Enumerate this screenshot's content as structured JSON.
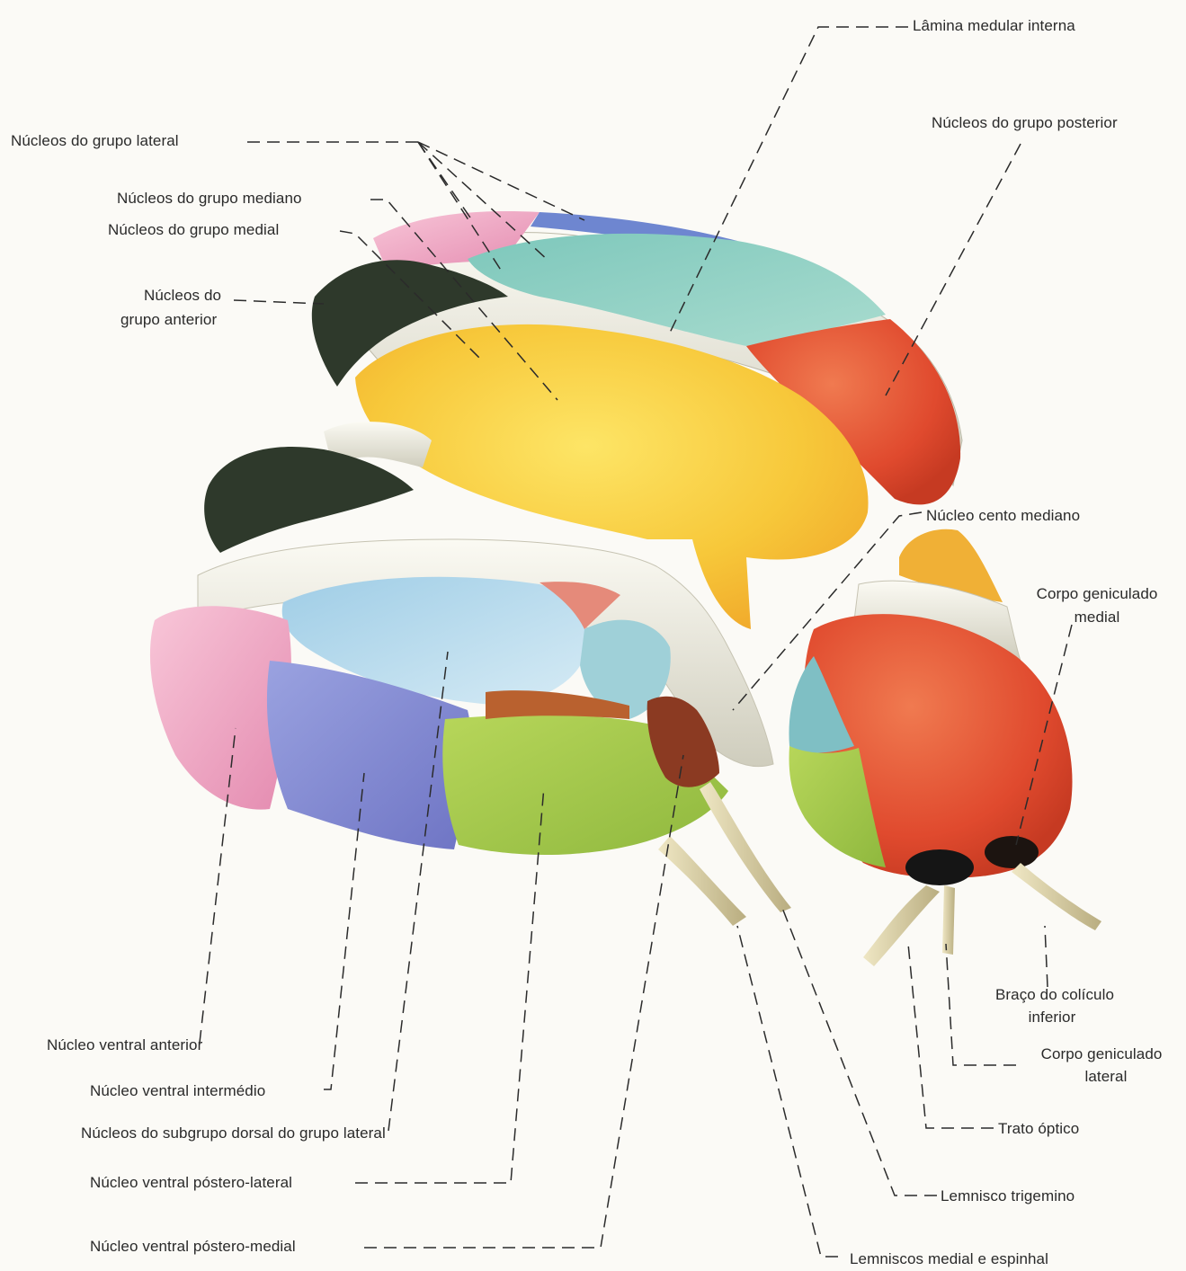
{
  "labels": {
    "lamina_medular_interna": "Lâmina medular interna",
    "nucleos_grupo_lateral": "Núcleos do grupo lateral",
    "nucleos_grupo_posterior": "Núcleos do grupo posterior",
    "nucleos_grupo_mediano": "Núcleos do grupo mediano",
    "nucleos_grupo_medial": "Núcleos do grupo medial",
    "nucleos_grupo_anterior_1": "Núcleos do",
    "nucleos_grupo_anterior_2": "grupo anterior",
    "nucleo_cento_mediano": "Núcleo cento mediano",
    "corpo_geniculado_medial_1": "Corpo geniculado",
    "corpo_geniculado_medial_2": "medial",
    "braco_coliculo_inferior_1": "Braço do colículo",
    "braco_coliculo_inferior_2": "inferior",
    "corpo_geniculado_lateral_1": "Corpo geniculado",
    "corpo_geniculado_lateral_2": "lateral",
    "trato_optico": "Trato óptico",
    "lemnisco_trigemino": "Lemnisco trigemino",
    "lemniscos_medial_espinhal": "Lemniscos medial e espinhal",
    "nucleo_ventral_anterior": "Núcleo ventral anterior",
    "nucleo_ventral_intermedio": "Núcleo ventral intermédio",
    "nucleos_subgrupo_dorsal": "Núcleos do subgrupo dorsal do grupo lateral",
    "nucleo_ventral_postero_lateral": "Núcleo ventral póstero-lateral",
    "nucleo_ventral_postero_medial": "Núcleo ventral póstero-medial"
  },
  "colors": {
    "background": "#fbfaf6",
    "anterior_group": "#2f3a2c",
    "medial_group": "#f6c23a",
    "lateral_dorsal": "#8ecfc4",
    "lateral_pink": "#e9a9c4",
    "posterior_red": "#e3573a",
    "lamina_white": "#ecebe2",
    "ventral_anterior": "#f2a8c2",
    "ventral_intermedio": "#8e94d6",
    "ventral_postero_lateral": "#a6c84a",
    "dorsal_subgroup_blue": "#b9dcee",
    "geniculate_green": "#8fb84a",
    "geniculate_teal": "#7fbfc4"
  }
}
